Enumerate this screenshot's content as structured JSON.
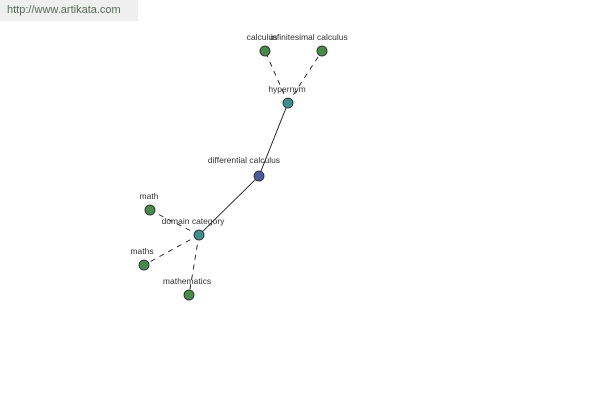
{
  "header": {
    "source_link": "http://www.artikata.com"
  },
  "colors": {
    "central_node": "#4a5a9a",
    "relation_node": "#3f8f8f",
    "leaf_node": "#4a8a4a",
    "edge": "#000000"
  },
  "graph": {
    "nodes": [
      {
        "id": "differential-calculus",
        "label": "differential calculus",
        "kind": "central"
      },
      {
        "id": "hypernym",
        "label": "hypernym",
        "kind": "relation"
      },
      {
        "id": "calculus",
        "label": "calculus",
        "kind": "leaf"
      },
      {
        "id": "infinitesimal-calculus",
        "label": "infinitesimal calculus",
        "kind": "leaf"
      },
      {
        "id": "domain-category",
        "label": "domain category",
        "kind": "relation"
      },
      {
        "id": "math",
        "label": "math",
        "kind": "leaf"
      },
      {
        "id": "maths",
        "label": "maths",
        "kind": "leaf"
      },
      {
        "id": "mathematics",
        "label": "mathematics",
        "kind": "leaf"
      }
    ],
    "edges": [
      {
        "from": "differential-calculus",
        "to": "hypernym",
        "style": "solid"
      },
      {
        "from": "differential-calculus",
        "to": "domain-category",
        "style": "solid"
      },
      {
        "from": "hypernym",
        "to": "calculus",
        "style": "dashed"
      },
      {
        "from": "hypernym",
        "to": "infinitesimal-calculus",
        "style": "dashed"
      },
      {
        "from": "domain-category",
        "to": "math",
        "style": "dashed"
      },
      {
        "from": "domain-category",
        "to": "maths",
        "style": "dashed"
      },
      {
        "from": "domain-category",
        "to": "mathematics",
        "style": "dashed"
      }
    ]
  }
}
